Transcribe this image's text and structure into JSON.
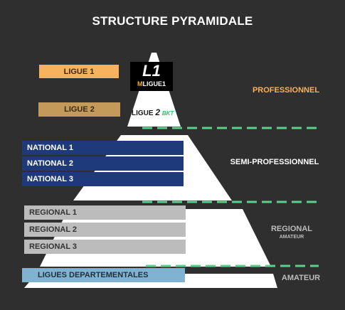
{
  "title": "STRUCTURE PYRAMIDALE",
  "logos": {
    "ligue1": {
      "mark": "L1",
      "m": "M",
      "word": "LIGUE1"
    },
    "ligue2": {
      "word": "LIGUE",
      "num": "2",
      "sponsor": "BKT"
    }
  },
  "leagues": {
    "ligue1": "LIGUE 1",
    "ligue2": "LIGUE 2",
    "national": [
      "NATIONAL 1",
      "NATIONAL 2",
      "NATIONAL 3"
    ],
    "regional": [
      "REGIONAL 1",
      "REGIONAL 2",
      "REGIONAL 3"
    ],
    "departemental": "LIGUES DEPARTEMENTALES"
  },
  "tiers": {
    "professionnel": "PROFESSIONNEL",
    "semi_professionnel": "SEMI-PROFESSIONNEL",
    "regional": "REGIONAL",
    "regional_sub": "AMATEUR",
    "amateur": "AMATEUR"
  },
  "colors": {
    "background": "#2f2f2f",
    "ligue1": "#f6b25c",
    "ligue2": "#c49a5a",
    "national": "#1f3a7a",
    "regional": "#bcbcbc",
    "departemental": "#7fb3cf",
    "divider": "#5ad08a"
  }
}
